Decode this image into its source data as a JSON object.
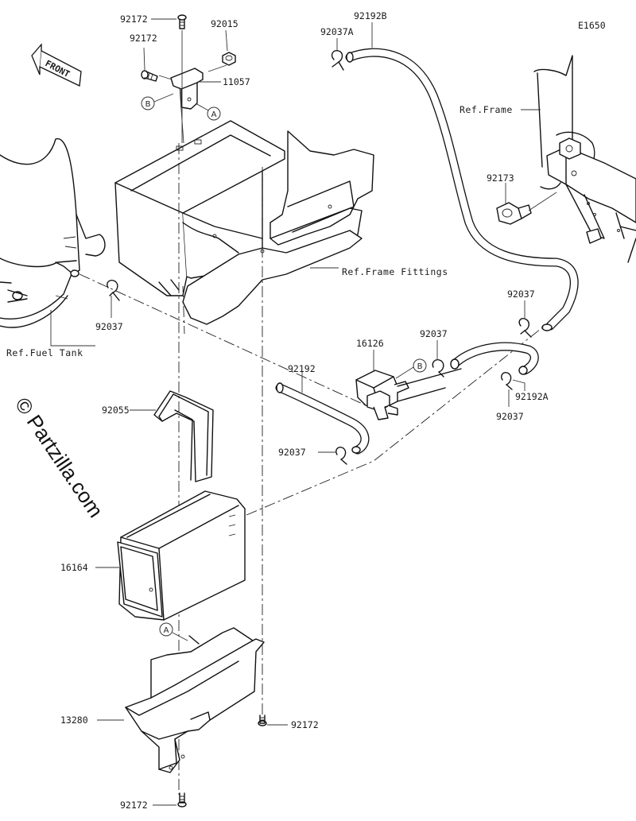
{
  "diagram_code": "E1650",
  "front_arrow": {
    "label": "FRONT"
  },
  "watermark": "© Partzilla.com",
  "references": {
    "frame": "Ref.Frame",
    "frame_fittings": "Ref.Frame Fittings",
    "fuel_tank": "Ref.Fuel Tank"
  },
  "callouts": {
    "a_top": "A",
    "a_bottom": "A",
    "b_top": "B",
    "b_valve": "B"
  },
  "part_labels": {
    "p92172_top": "92172",
    "p92172_upper": "92172",
    "p92015": "92015",
    "p11057": "11057",
    "p92037a": "92037A",
    "p92192b": "92192B",
    "p92173": "92173",
    "p92037_left": "92037",
    "p92037_right": "92037",
    "p16126": "16126",
    "p92037_valve": "92037",
    "p92192": "92192",
    "p92192a": "92192A",
    "p92037_lower_right": "92037",
    "p92055": "92055",
    "p92037_mid": "92037",
    "p16164": "16164",
    "p13280": "13280",
    "p92172_right": "92172",
    "p92172_bottom": "92172"
  },
  "colors": {
    "line": "#111111",
    "background": "#ffffff"
  }
}
